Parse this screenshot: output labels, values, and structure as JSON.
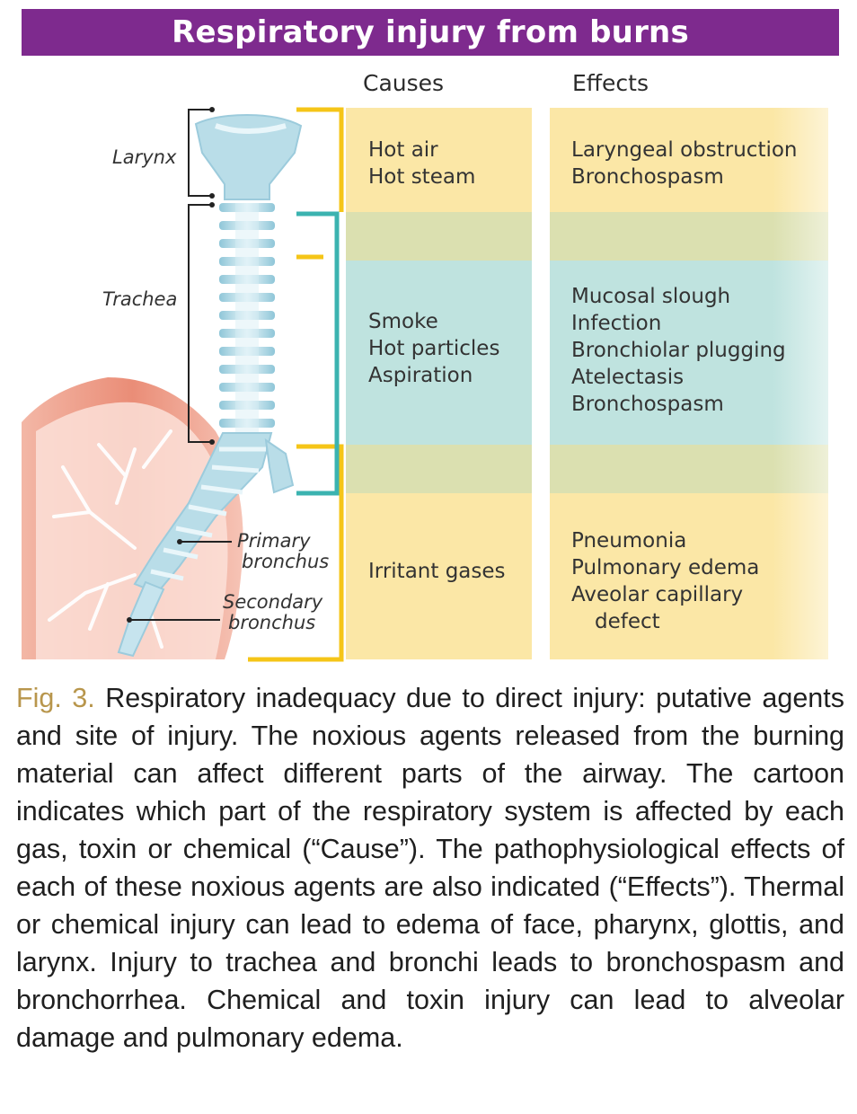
{
  "title": "Respiratory injury from burns",
  "headers": {
    "causes": "Causes",
    "effects": "Effects"
  },
  "colors": {
    "title_bg": "#7e2a8e",
    "yellow_band": "#fbe7a6",
    "teal_band": "#bfe3df",
    "olive_band": "#dbe0b0",
    "yellow_bracket": "#f5c518",
    "teal_bracket": "#3bb3b0",
    "lung": "#e8806a",
    "airway": "#b9dde8",
    "caption_fig": "#b8964c"
  },
  "anatomy_labels": {
    "larynx": "Larynx",
    "trachea": "Trachea",
    "primary_bronchus": [
      "Primary",
      "bronchus"
    ],
    "secondary_bronchus": [
      "Secondary",
      "bronchus"
    ]
  },
  "rows": [
    {
      "causes": [
        "Hot air",
        "Hot steam"
      ],
      "effects": [
        "Laryngeal obstruction",
        "Bronchospasm"
      ]
    },
    {
      "causes": [
        "Smoke",
        "Hot particles",
        "Aspiration"
      ],
      "effects": [
        "Mucosal slough",
        "Infection",
        "Bronchiolar plugging",
        "Atelectasis",
        "Bronchospasm"
      ]
    },
    {
      "causes": [
        "Irritant gases"
      ],
      "effects": [
        "Pneumonia",
        "Pulmonary edema",
        "Aveolar capillary",
        "defect"
      ]
    }
  ],
  "caption": {
    "fig_label": "Fig. 3.",
    "text": "Respiratory inadequacy due to direct injury: putative agents and site of injury. The noxious agents released from the burning material can affect different parts of the airway. The cartoon indicates which part of the respiratory system is affected by each gas, toxin or chemical (“Cause”). The pathophysiological effects of each of these noxious agents are also indicated (“Effects”). Thermal or chemical injury can lead to edema of face, pharynx, glottis, and larynx. Injury to trachea and bronchi leads to bronchospasm and bronchorrhea. Chemical and toxin injury can lead to alveolar damage and pulmonary edema."
  }
}
